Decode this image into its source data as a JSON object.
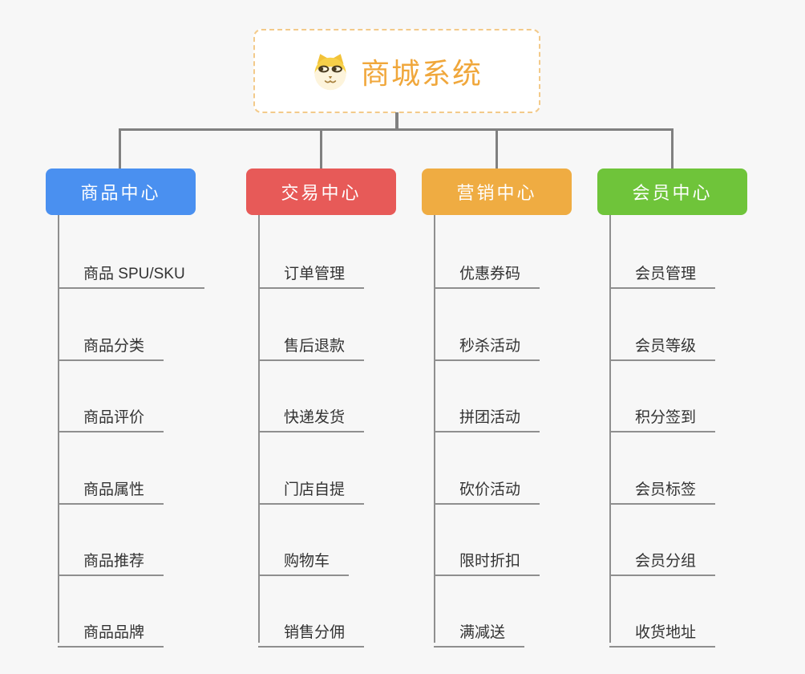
{
  "root": {
    "title": "商城系统",
    "icon": "doge-icon",
    "title_color": "#f0a73b",
    "border_color": "#f3ca8a"
  },
  "connector_color": "#808080",
  "branches": [
    {
      "label": "商品中心",
      "color": "#4a90f0",
      "items": [
        "商品 SPU/SKU",
        "商品分类",
        "商品评价",
        "商品属性",
        "商品推荐",
        "商品品牌"
      ]
    },
    {
      "label": "交易中心",
      "color": "#e75a58",
      "items": [
        "订单管理",
        "售后退款",
        "快递发货",
        "门店自提",
        "购物车",
        "销售分佣"
      ]
    },
    {
      "label": "营销中心",
      "color": "#efac42",
      "items": [
        "优惠券码",
        "秒杀活动",
        "拼团活动",
        "砍价活动",
        "限时折扣",
        "满减送"
      ]
    },
    {
      "label": "会员中心",
      "color": "#6fc43a",
      "items": [
        "会员管理",
        "会员等级",
        "积分签到",
        "会员标签",
        "会员分组",
        "收货地址"
      ]
    }
  ]
}
